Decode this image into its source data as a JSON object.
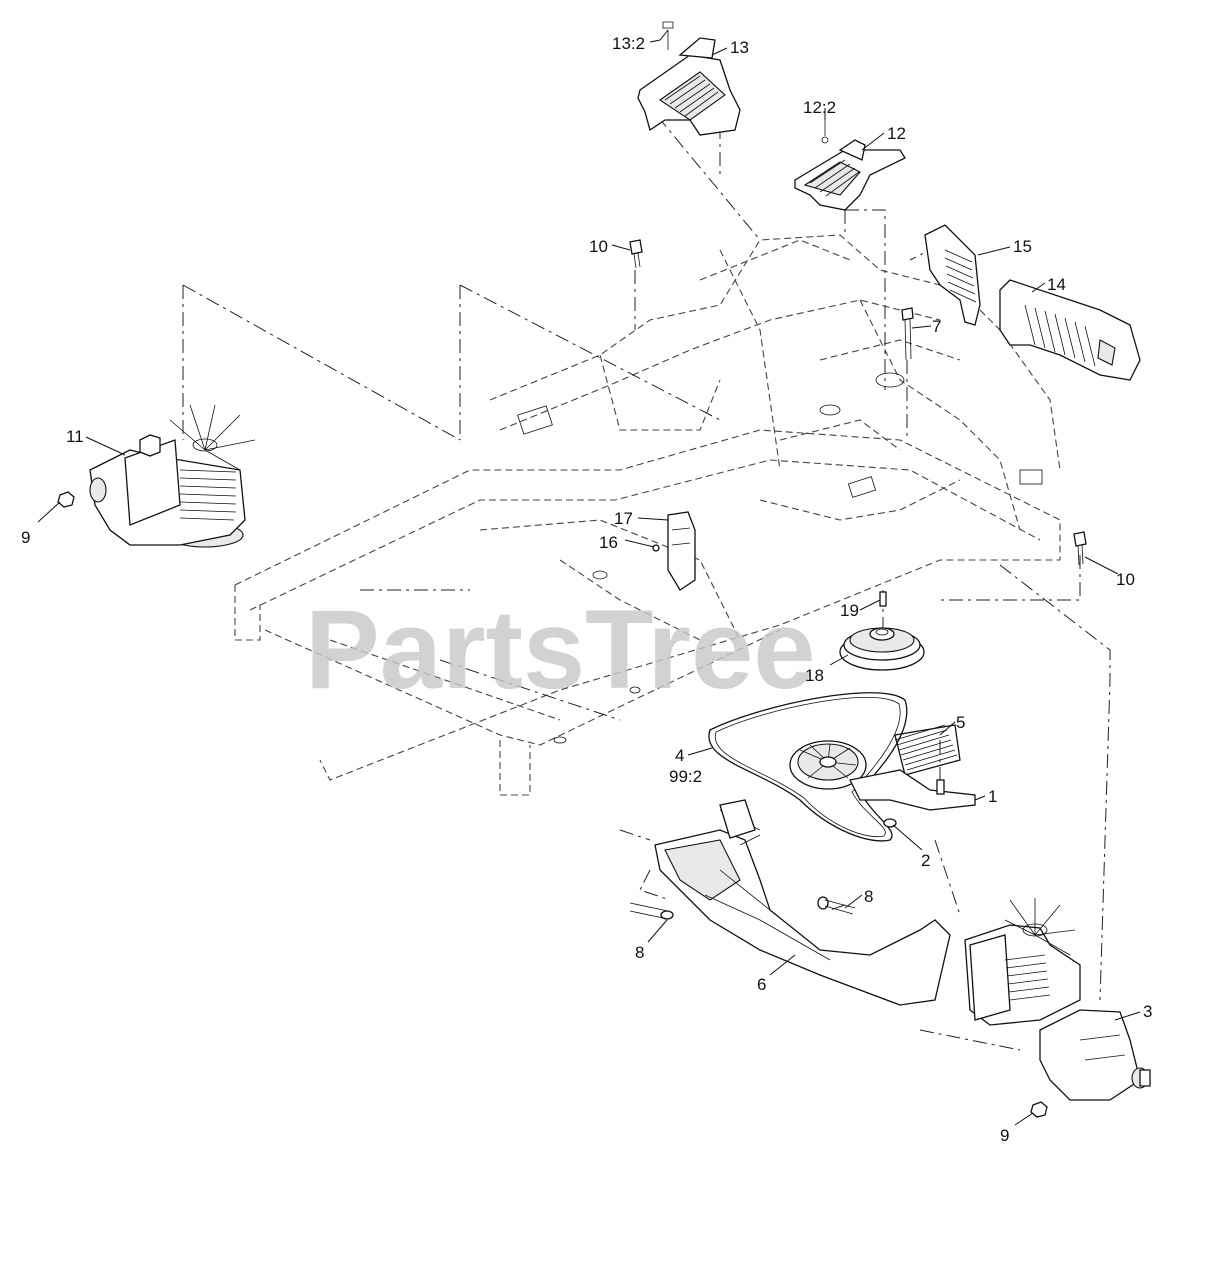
{
  "watermark": "PartsTree",
  "callouts": {
    "c13_2": "13:2",
    "c13": "13",
    "c12_2": "12:2",
    "c12": "12",
    "c10a": "10",
    "c15": "15",
    "c14": "14",
    "c7": "7",
    "c11": "11",
    "c9a": "9",
    "c17": "17",
    "c16": "16",
    "c10b": "10",
    "c19": "19",
    "c18": "18",
    "c5": "5",
    "c4": "4",
    "c99_2": "99:2",
    "c1": "1",
    "c2": "2",
    "c8a": "8",
    "c8b": "8",
    "c6": "6",
    "c3": "3",
    "c9b": "9"
  }
}
